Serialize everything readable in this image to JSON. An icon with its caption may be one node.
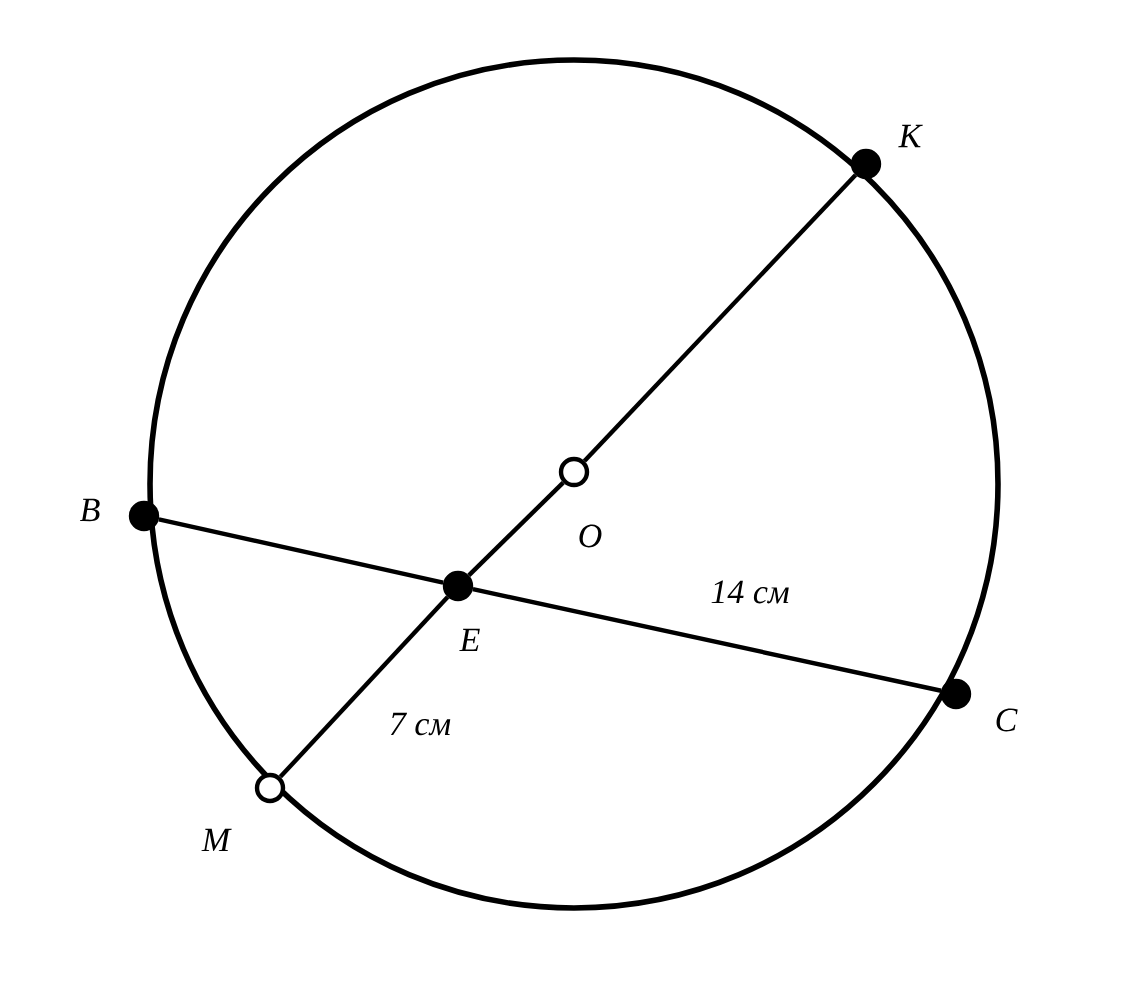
{
  "diagram": {
    "nodes": [
      {
        "text": [],
        "shape": "circle",
        "beside": [
          "K"
        ]
      },
      {
        "text": [],
        "shape": "circle",
        "beside": [
          "B"
        ]
      },
      {
        "text": [],
        "shape": "circle",
        "beside": [
          "O"
        ]
      },
      {
        "text": [],
        "shape": "circle",
        "beside": [
          "E"
        ]
      },
      {
        "text": [],
        "shape": "circle",
        "beside": [
          "C"
        ]
      },
      {
        "text": [],
        "shape": "circle",
        "beside": [
          "M"
        ]
      }
    ],
    "edges": [
      {
        "from": 0,
        "to": 2,
        "arrow": "none"
      },
      {
        "from": 2,
        "to": 3,
        "arrow": "none"
      },
      {
        "from": 3,
        "to": 5,
        "arrow": "none",
        "label": "7 см"
      },
      {
        "from": 1,
        "to": 3,
        "arrow": "none"
      },
      {
        "from": 3,
        "to": 4,
        "arrow": "none",
        "label": "14 см"
      }
    ]
  }
}
